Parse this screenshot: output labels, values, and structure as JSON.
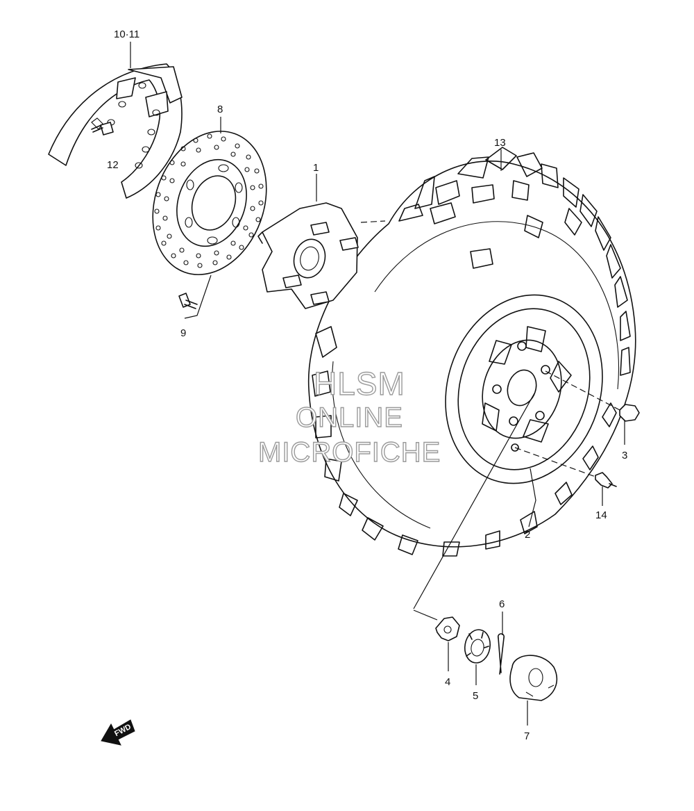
{
  "diagram": {
    "callouts": [
      {
        "id": "c1",
        "text": "1"
      },
      {
        "id": "c2",
        "text": "2"
      },
      {
        "id": "c3",
        "text": "3"
      },
      {
        "id": "c4",
        "text": "4"
      },
      {
        "id": "c5",
        "text": "5"
      },
      {
        "id": "c6",
        "text": "6"
      },
      {
        "id": "c7",
        "text": "7"
      },
      {
        "id": "c8",
        "text": "8"
      },
      {
        "id": "c9",
        "text": "9"
      },
      {
        "id": "c10_11",
        "text": "10·11"
      },
      {
        "id": "c12",
        "text": "12"
      },
      {
        "id": "c13",
        "text": "13"
      },
      {
        "id": "c14",
        "text": "14"
      }
    ],
    "watermark": {
      "line1": "HLSM",
      "line2": "ONLINE",
      "line3": "MICROFICHE"
    },
    "direction_badge": "FWD"
  }
}
